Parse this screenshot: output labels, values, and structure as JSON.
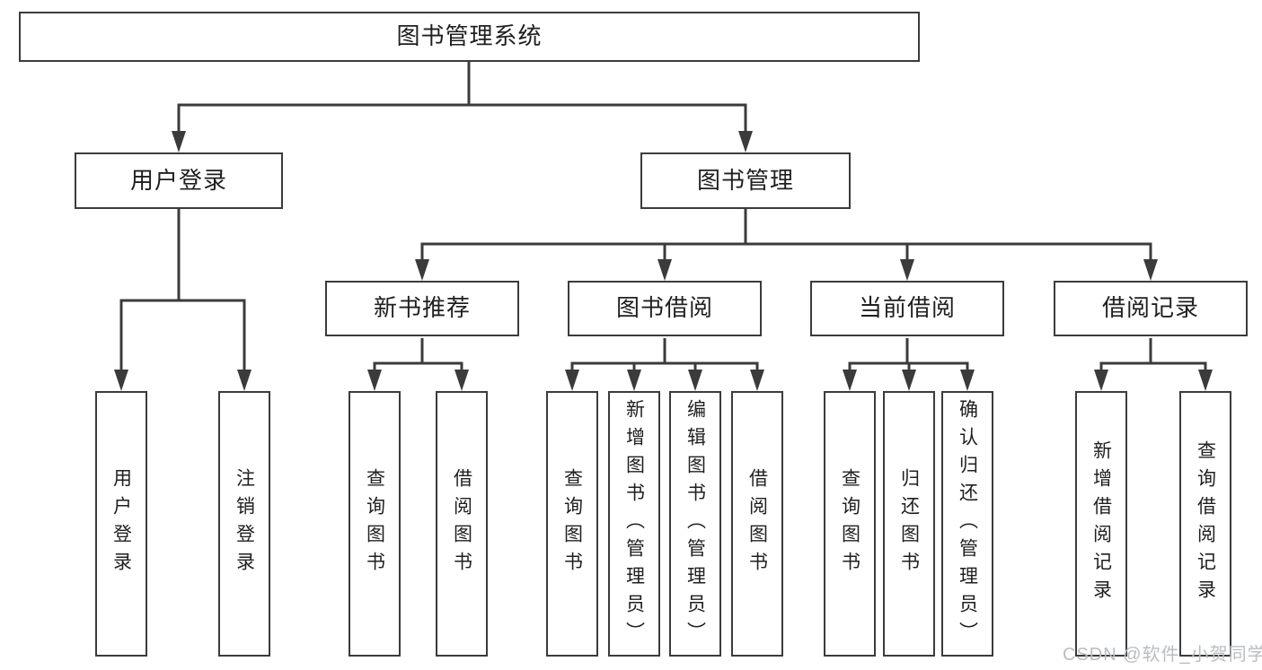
{
  "colors": {
    "line": "#3b3b3b",
    "text": "#1f1f1f",
    "bg": "#ffffff",
    "watermark": "#b9bdc1"
  },
  "root": {
    "label": "图书管理系统"
  },
  "branches": [
    {
      "label": "用户登录",
      "children": [
        "用户登录",
        "注销登录"
      ]
    },
    {
      "label": "图书管理",
      "sections": [
        {
          "label": "新书推荐",
          "children": [
            "查询图书",
            "借阅图书"
          ]
        },
        {
          "label": "图书借阅",
          "children": [
            "查询图书",
            "新增图书（管理员）",
            "编辑图书（管理员）",
            "借阅图书"
          ]
        },
        {
          "label": "当前借阅",
          "children": [
            "查询图书",
            "归还图书",
            "确认归还（管理员）"
          ]
        },
        {
          "label": "借阅记录",
          "children": [
            "新增借阅记录",
            "查询借阅记录"
          ]
        }
      ]
    }
  ],
  "watermark": "CSDN @软件_小贺同学"
}
